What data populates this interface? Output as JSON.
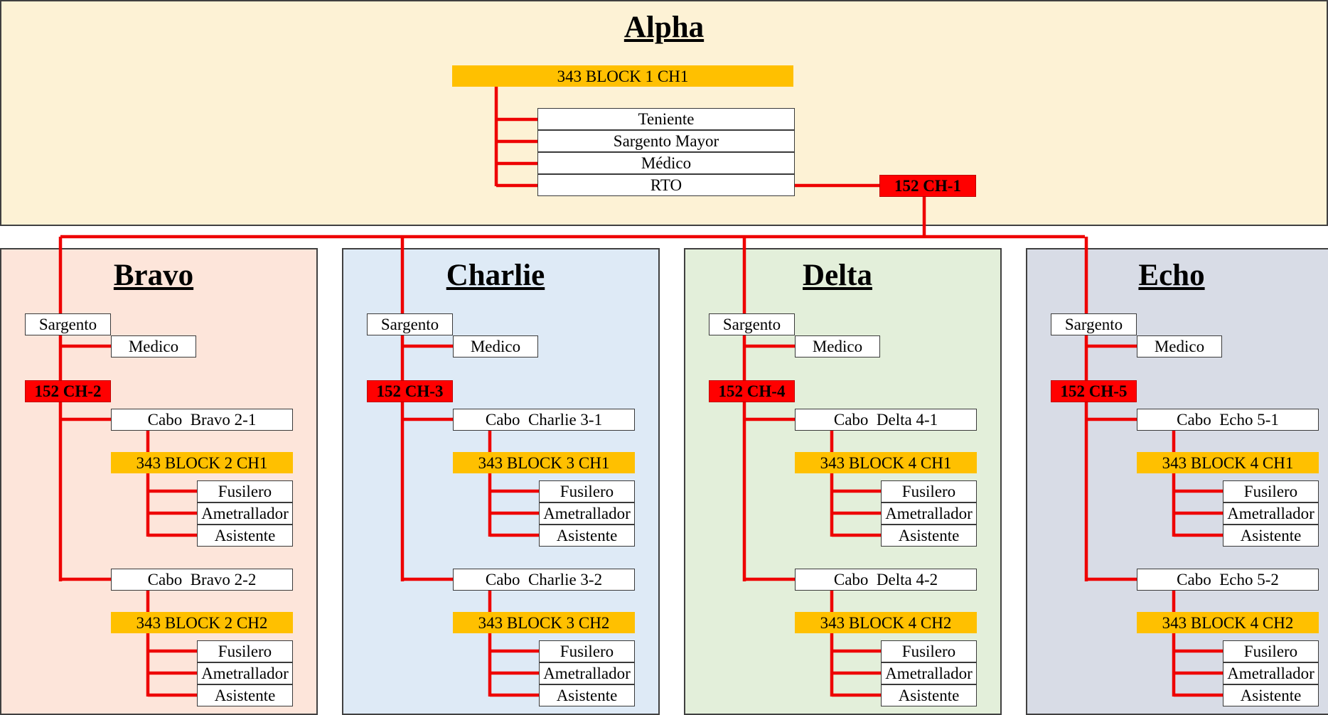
{
  "colors": {
    "alpha_bg": "#fdf2d5",
    "bravo_bg": "#fde5da",
    "charlie_bg": "#deeaf6",
    "delta_bg": "#e3efda",
    "echo_bg": "#d8dce6",
    "radio_yellow": "#ffc000",
    "radio_red": "#ff0000",
    "line_red": "#ee0000"
  },
  "alpha": {
    "title": "Alpha",
    "radio": "343 BLOCK 1 CH1",
    "roles": [
      "Teniente",
      "Sargento Mayor",
      "Médico",
      "RTO"
    ],
    "radio_152": "152 CH-1"
  },
  "squads": [
    {
      "title": "Bravo",
      "sargento": "Sargento",
      "medico": "Medico",
      "radio_152": "152 CH-2",
      "teams": [
        {
          "cabo": "Cabo  Bravo 2-1",
          "radio": "343 BLOCK 2 CH1",
          "members": [
            "Fusilero",
            "Ametrallador",
            "Asistente"
          ]
        },
        {
          "cabo": "Cabo  Bravo 2-2",
          "radio": "343 BLOCK 2 CH2",
          "members": [
            "Fusilero",
            "Ametrallador",
            "Asistente"
          ]
        }
      ]
    },
    {
      "title": "Charlie",
      "sargento": "Sargento",
      "medico": "Medico",
      "radio_152": "152 CH-3",
      "teams": [
        {
          "cabo": "Cabo  Charlie 3-1",
          "radio": "343 BLOCK 3 CH1",
          "members": [
            "Fusilero",
            "Ametrallador",
            "Asistente"
          ]
        },
        {
          "cabo": "Cabo  Charlie 3-2",
          "radio": "343 BLOCK 3 CH2",
          "members": [
            "Fusilero",
            "Ametrallador",
            "Asistente"
          ]
        }
      ]
    },
    {
      "title": "Delta",
      "sargento": "Sargento",
      "medico": "Medico",
      "radio_152": "152 CH-4",
      "teams": [
        {
          "cabo": "Cabo  Delta 4-1",
          "radio": "343 BLOCK 4 CH1",
          "members": [
            "Fusilero",
            "Ametrallador",
            "Asistente"
          ]
        },
        {
          "cabo": "Cabo  Delta 4-2",
          "radio": "343 BLOCK 4 CH2",
          "members": [
            "Fusilero",
            "Ametrallador",
            "Asistente"
          ]
        }
      ]
    },
    {
      "title": "Echo",
      "sargento": "Sargento",
      "medico": "Medico",
      "radio_152": "152 CH-5",
      "teams": [
        {
          "cabo": "Cabo  Echo 5-1",
          "radio": "343 BLOCK 4 CH1",
          "members": [
            "Fusilero",
            "Ametrallador",
            "Asistente"
          ]
        },
        {
          "cabo": "Cabo  Echo 5-2",
          "radio": "343 BLOCK 4 CH2",
          "members": [
            "Fusilero",
            "Ametrallador",
            "Asistente"
          ]
        }
      ]
    }
  ]
}
